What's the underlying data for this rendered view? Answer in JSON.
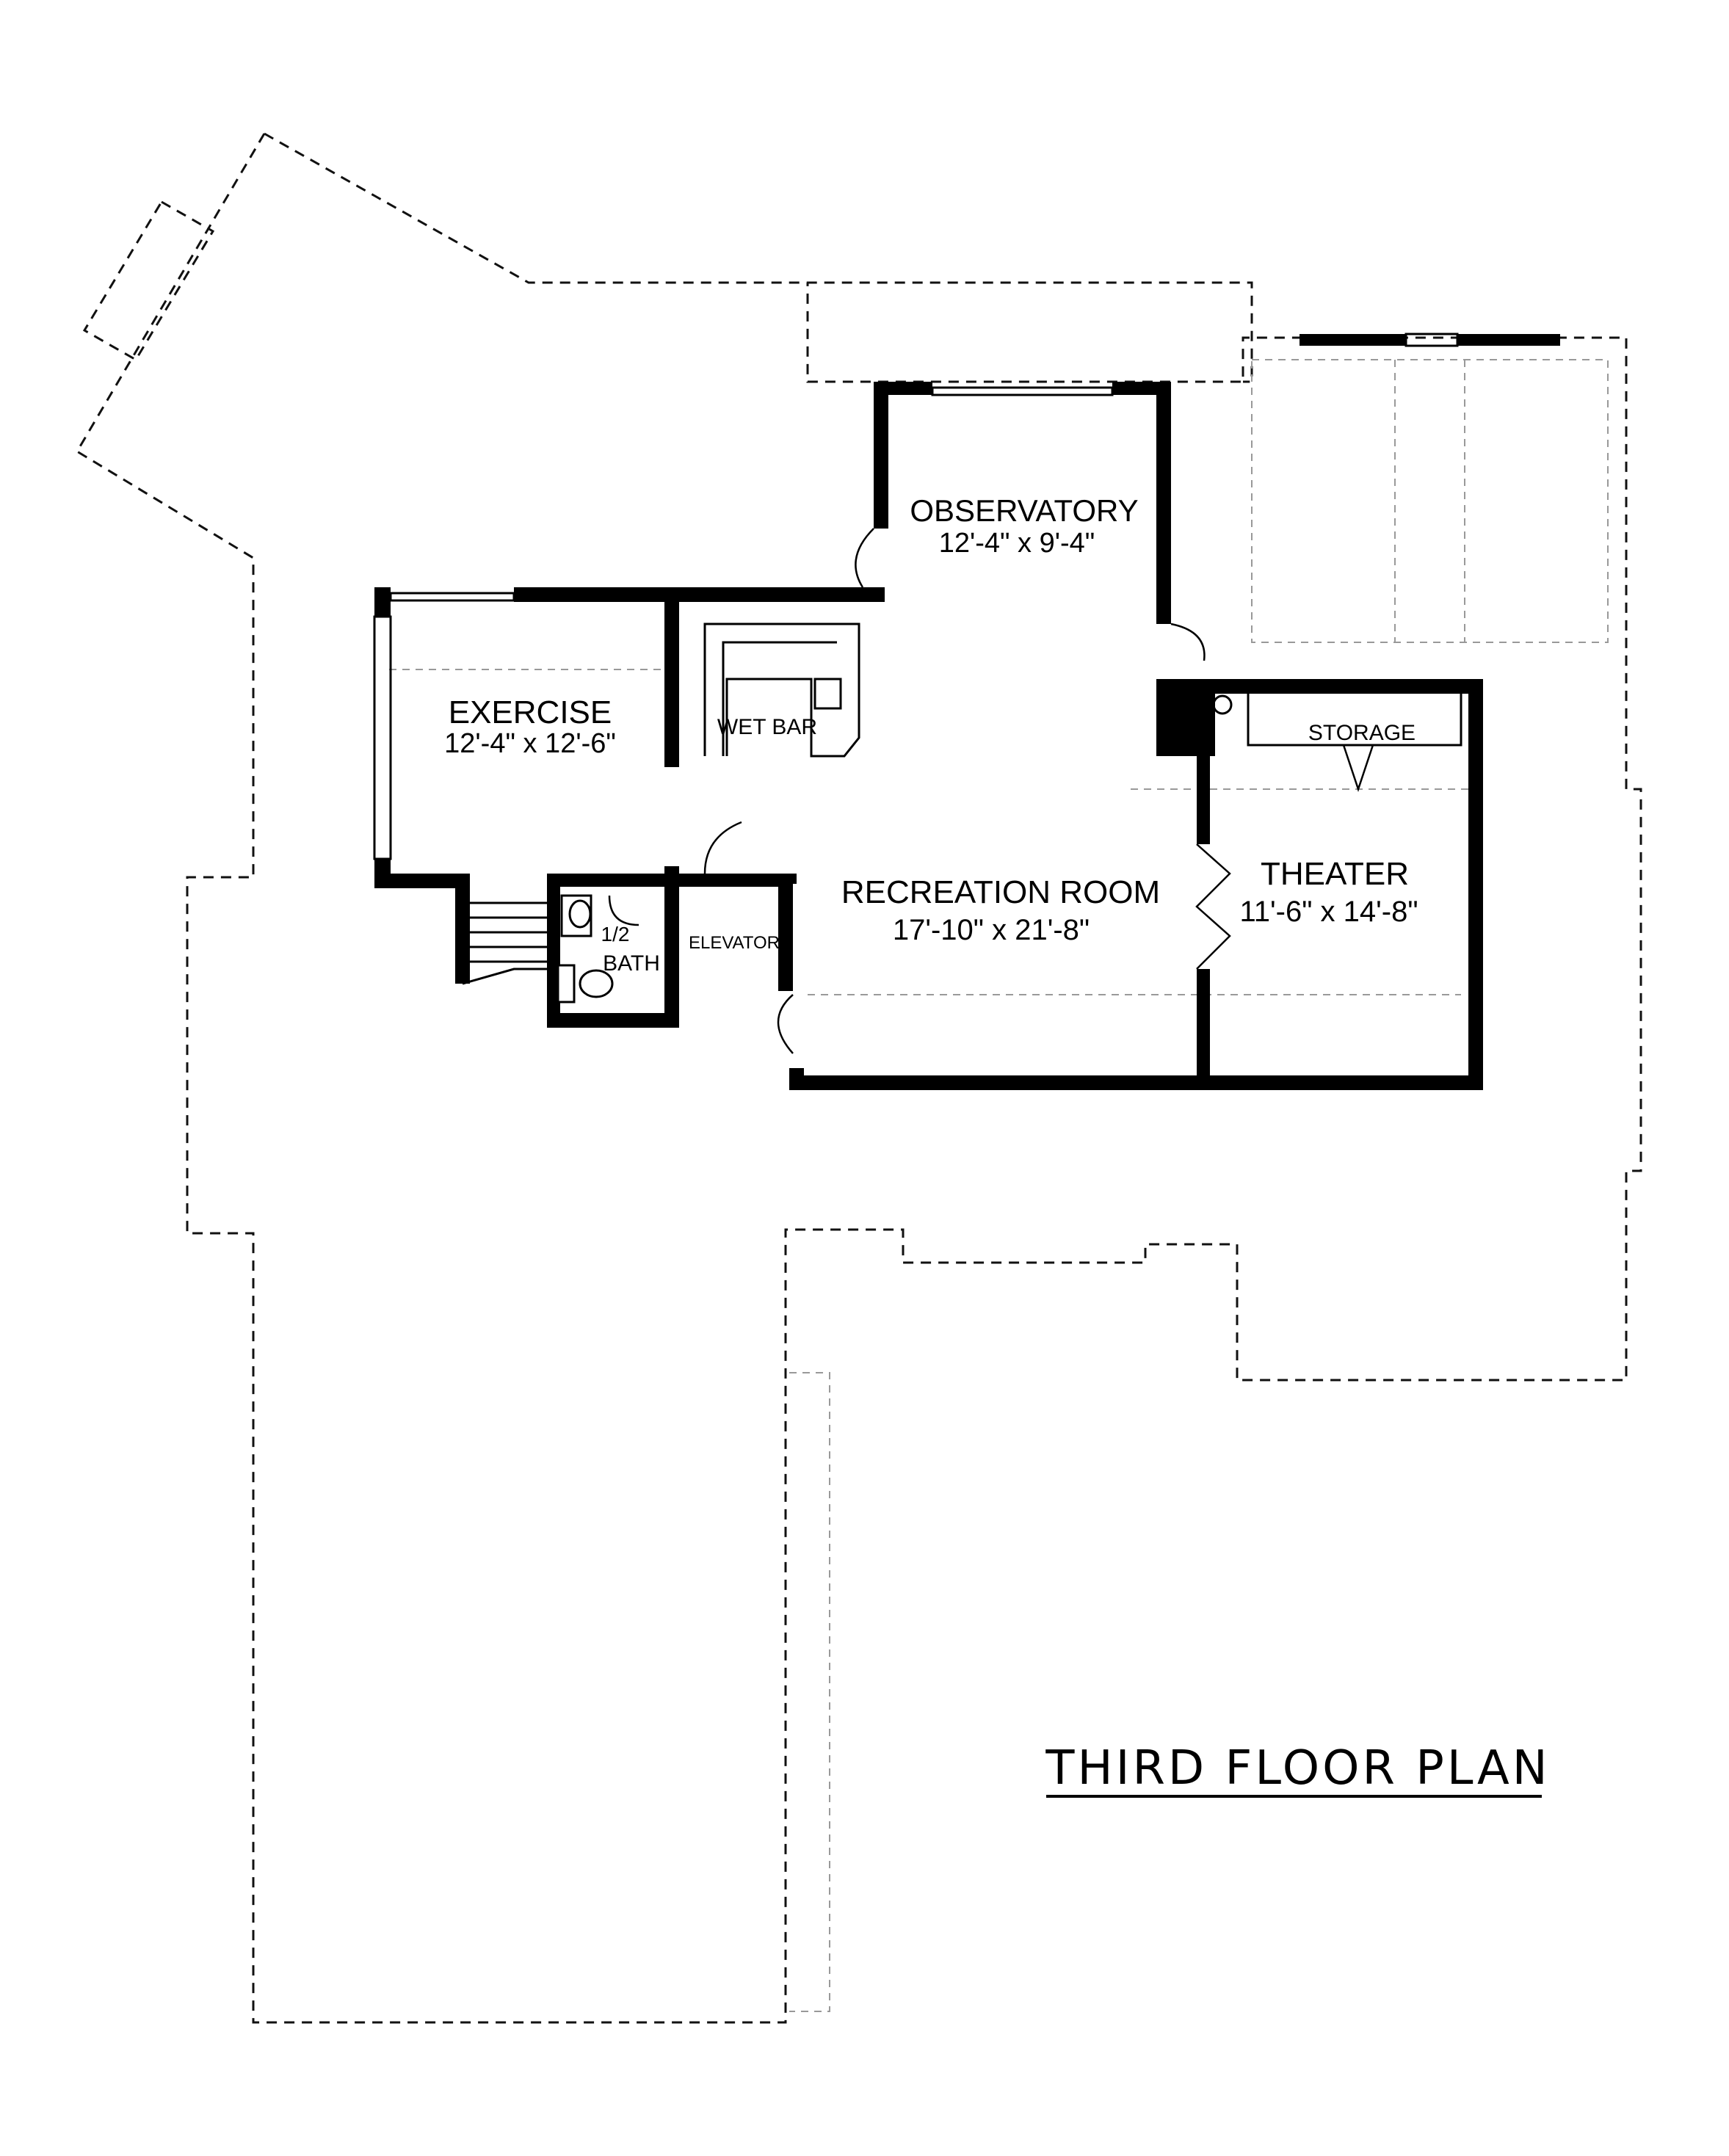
{
  "plan_title": "THIRD FLOOR PLAN",
  "rooms": {
    "observatory": {
      "name": "OBSERVATORY",
      "size": "12'-4\" x 9'-4\""
    },
    "exercise": {
      "name": "EXERCISE",
      "size": "12'-4\" x 12'-6\""
    },
    "wet_bar": {
      "name": "WET BAR"
    },
    "storage": {
      "name": "STORAGE"
    },
    "recreation": {
      "name": "RECREATION ROOM",
      "size": "17'-10\" x 21'-8\""
    },
    "theater": {
      "name": "THEATER",
      "size": "11'-6\" x 14'-8\""
    },
    "half_bath": {
      "name_line1": "1/2",
      "name_line2": "BATH"
    },
    "elevator": {
      "name": "ELEVATOR"
    }
  }
}
